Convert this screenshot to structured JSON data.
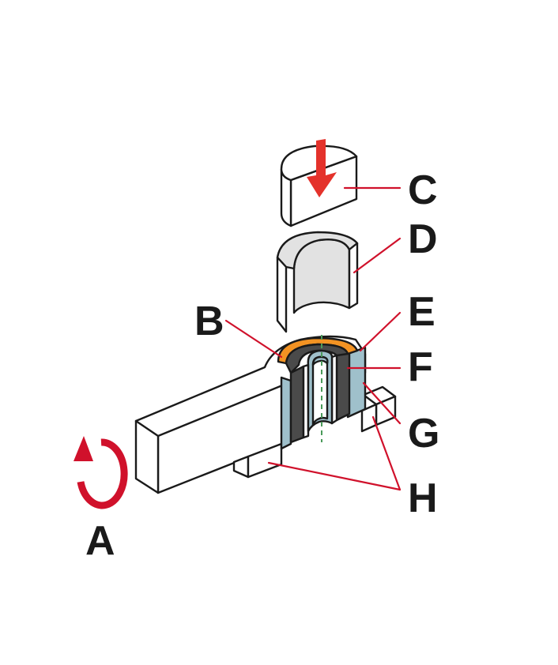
{
  "labels": {
    "a": "A",
    "b": "B",
    "c": "C",
    "d": "D",
    "e": "E",
    "f": "F",
    "g": "G",
    "h": "H"
  },
  "colors": {
    "outline": "#1a1a1a",
    "red": "#d0112b",
    "arrow_red": "#e4322b",
    "orange": "#f39323",
    "dark_gray": "#4a4a4a",
    "light_blue": "#9fc0cb",
    "light_gray": "#e2e2e2",
    "axis_green": "#4a9a5a"
  }
}
